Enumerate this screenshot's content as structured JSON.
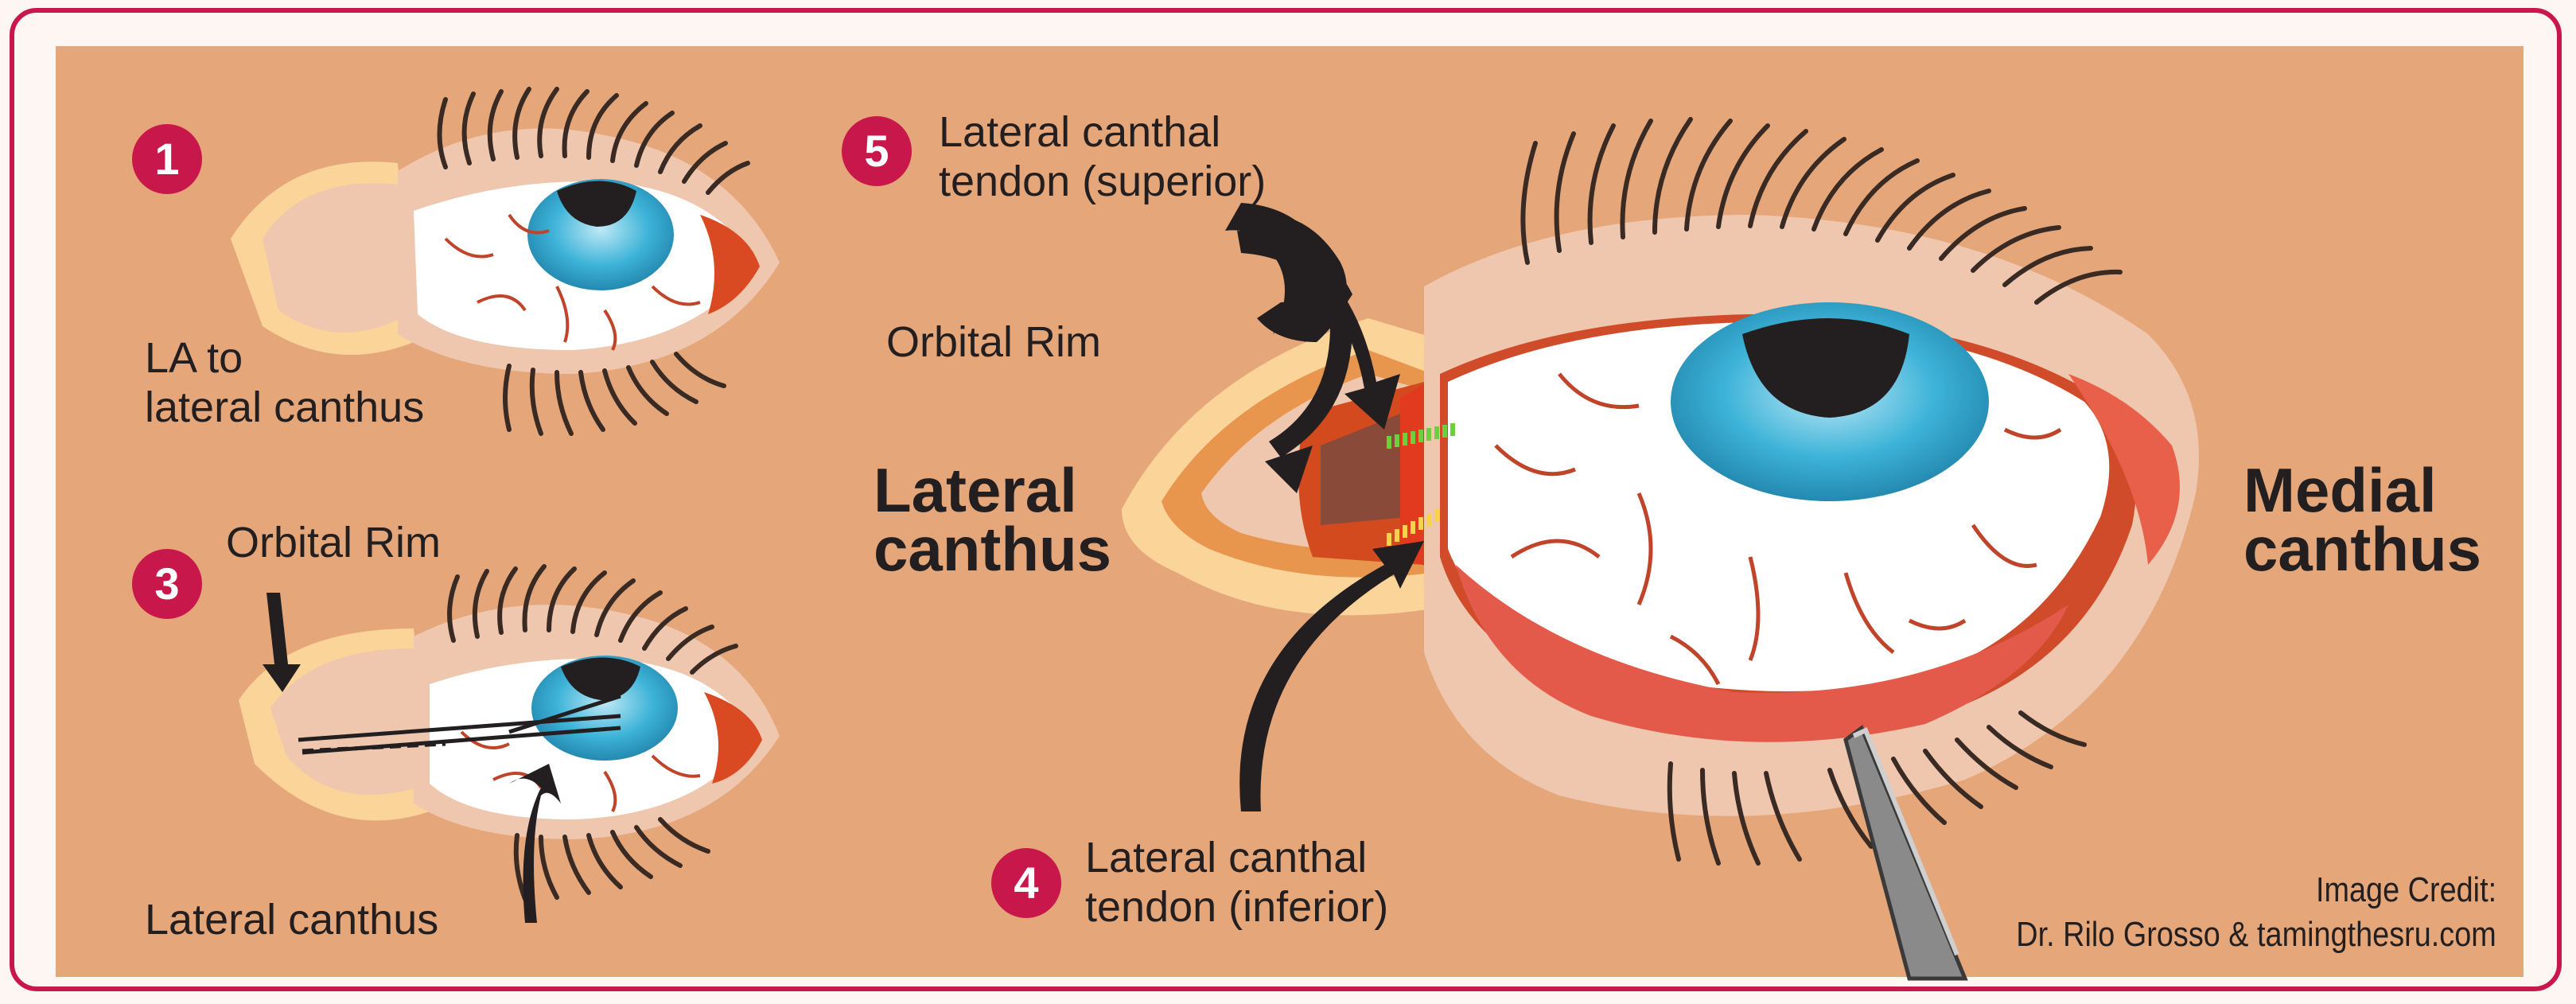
{
  "colors": {
    "accent": "#c8174b",
    "panel": "#e5a77a",
    "skin": "#efc6ae",
    "iris": "#2a9fc6",
    "vessels": "#c0442a"
  },
  "steps": {
    "one": {
      "number": "1",
      "label_line1": "LA to",
      "label_line2": "lateral canthus"
    },
    "three": {
      "number": "3",
      "top_label": "Orbital Rim",
      "bottom_label": "Lateral canthus"
    },
    "five": {
      "number": "5",
      "label_line1": "Lateral canthal",
      "label_line2": "tendon (superior)"
    },
    "four": {
      "number": "4",
      "label_line1": "Lateral canthal",
      "label_line2": "tendon (inferior)"
    }
  },
  "main": {
    "orbital_rim": "Orbital Rim",
    "lateral_line1": "Lateral",
    "lateral_line2": "canthus",
    "medial_line1": "Medial",
    "medial_line2": "canthus"
  },
  "credit": {
    "line1": "Image Credit:",
    "line2": "Dr. Rilo Grosso & tamingthesru.com"
  }
}
